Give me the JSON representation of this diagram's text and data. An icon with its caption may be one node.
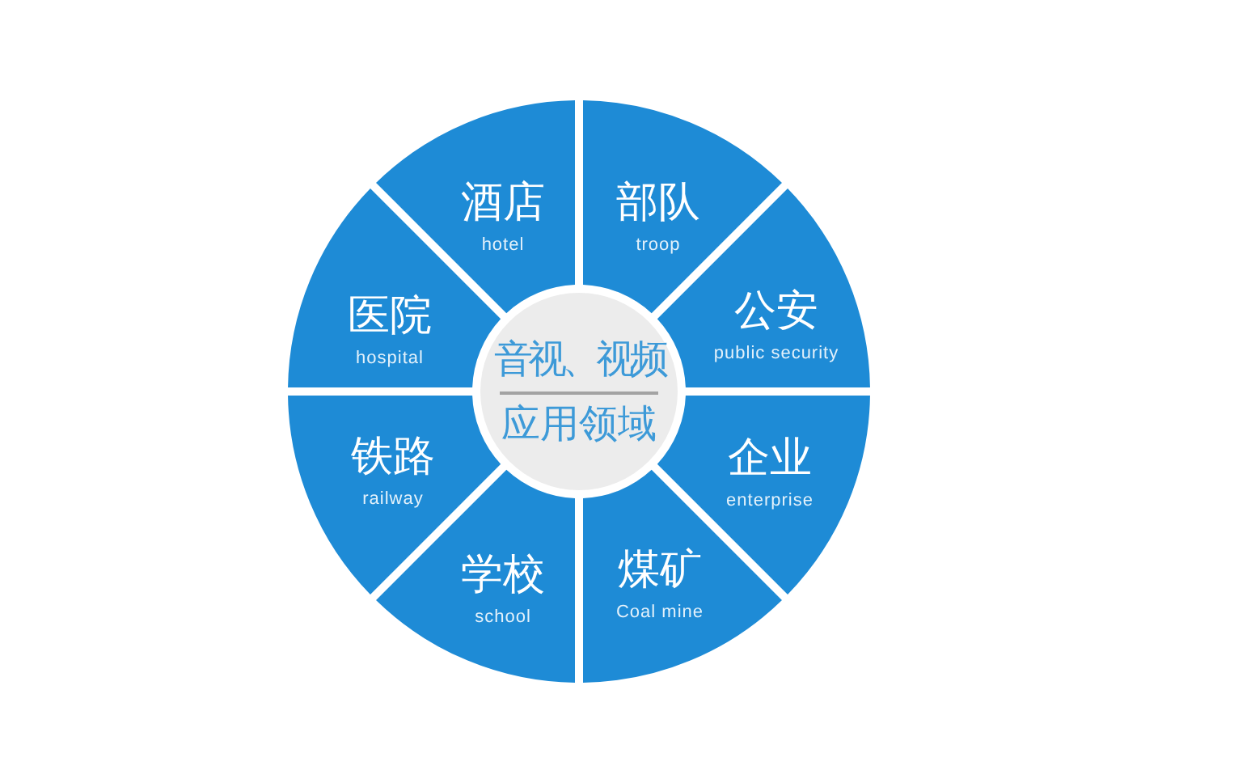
{
  "diagram": {
    "nodes": [
      {
        "text": [
          "酒店",
          "hotel"
        ]
      },
      {
        "text": [
          "部队",
          "troop"
        ]
      },
      {
        "text": [
          "医院",
          "hospital"
        ]
      },
      {
        "text": [
          "公安",
          "public security"
        ]
      },
      {
        "text": [
          "音视、视频",
          "应用领域"
        ]
      },
      {
        "text": [
          "铁路",
          "railway"
        ]
      },
      {
        "text": [
          "企业",
          "enterprise"
        ]
      },
      {
        "text": [
          "学校",
          "school"
        ]
      },
      {
        "text": [
          "煤矿",
          "Coal mine"
        ]
      }
    ]
  }
}
